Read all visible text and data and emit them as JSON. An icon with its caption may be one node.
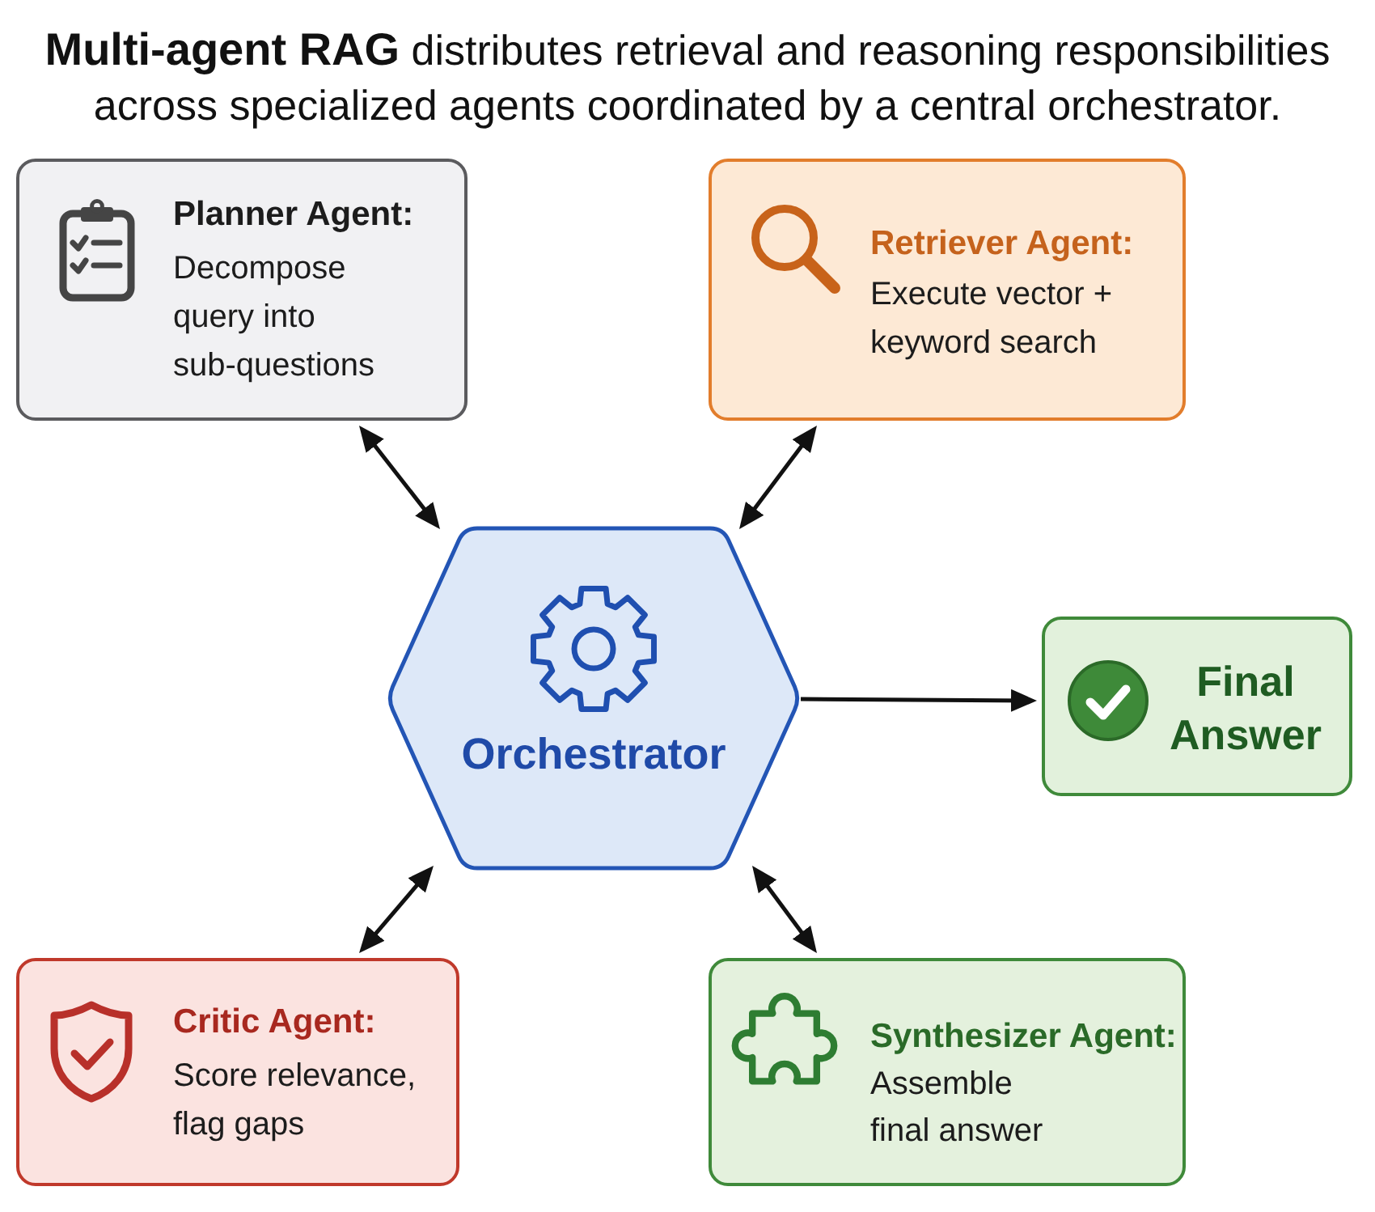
{
  "diagram": {
    "title": "**Multi-agent RAG** distributes retrieval and reasoning responsibilities across specialized agents coordinated by a central orchestrator.",
    "nodes": [
      {
        "text": [
          "Planner Agent:",
          "Decompose query into sub-questions"
        ]
      },
      {
        "text": [
          "Retriever Agent:",
          "Execute vector + keyword search"
        ]
      },
      {
        "text": [
          "Orchestrator"
        ]
      },
      {
        "text": [
          "Final Answer"
        ]
      },
      {
        "text": [
          "Critic Agent:",
          "Score relevance, flag gaps"
        ]
      },
      {
        "text": [
          "Synthesizer Agent:",
          "Assemble final answer"
        ]
      }
    ],
    "edges": [
      {
        "from": 0,
        "to": 2,
        "arrow": "both"
      },
      {
        "from": 1,
        "to": 2,
        "arrow": "both"
      },
      {
        "from": 2,
        "to": 3,
        "arrow": "to"
      },
      {
        "from": 4,
        "to": 2,
        "arrow": "both"
      },
      {
        "from": 5,
        "to": 2,
        "arrow": "both"
      }
    ]
  }
}
